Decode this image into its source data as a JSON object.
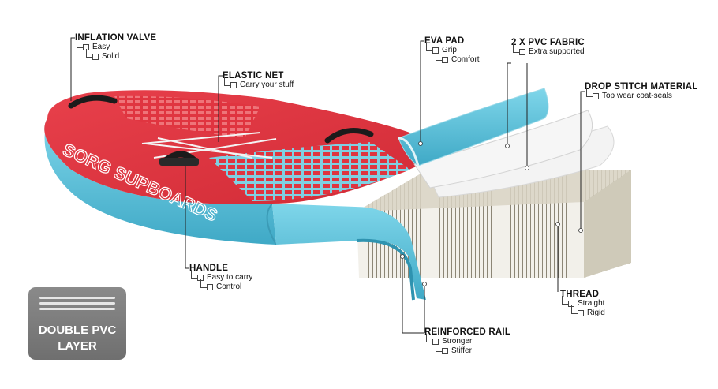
{
  "brand_text": "SORG SUPBOARDS",
  "callouts": {
    "inflation_valve": {
      "title": "INFLATION VALVE",
      "items": [
        "Easy",
        "Solid"
      ]
    },
    "elastic_net": {
      "title": "ELASTIC NET",
      "items": [
        "Carry your stuff"
      ]
    },
    "eva_pad": {
      "title": "EVA PAD",
      "items": [
        "Grip",
        "Comfort"
      ]
    },
    "pvc_fabric": {
      "title": "2 X PVC FABRIC",
      "items": [
        "Extra supported"
      ]
    },
    "drop_stitch": {
      "title": "DROP STITCH MATERIAL",
      "items": [
        "Top wear coat-seals"
      ]
    },
    "handle": {
      "title": "HANDLE",
      "items": [
        "Easy to carry",
        "Control"
      ]
    },
    "thread": {
      "title": "THREAD",
      "items": [
        "Straight",
        "Rigid"
      ]
    },
    "reinforced_rail": {
      "title": "REINFORCED RAIL",
      "items": [
        "Stronger",
        "Stiffer"
      ]
    }
  },
  "badge": {
    "line1": "DOUBLE PVC",
    "line2": "LAYER"
  },
  "colors": {
    "deck_red": "#e0343f",
    "rail_blue": "#5cc3dd",
    "pad_blue": "#7fd0e2",
    "fabric_grey": "#eeeeee",
    "badge_grey": "#7c7c7c"
  }
}
